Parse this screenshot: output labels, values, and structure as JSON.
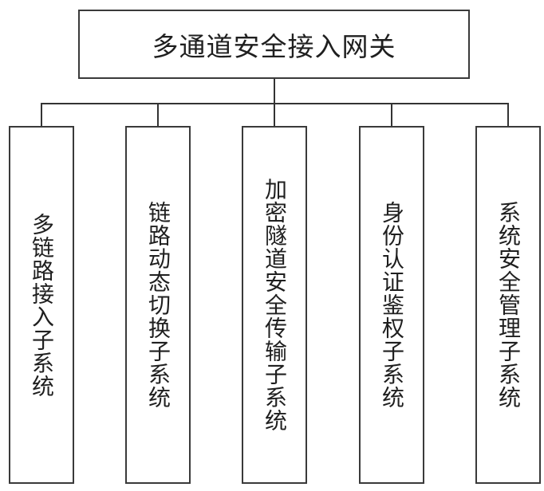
{
  "diagram": {
    "type": "hierarchy-org-chart",
    "root": {
      "label": "多通道安全接入网关"
    },
    "subsystems": [
      {
        "label": "多链路接入子系统"
      },
      {
        "label": "链路动态切换子系统"
      },
      {
        "label": "加密隧道安全传输子系统"
      },
      {
        "label": "身份认证鉴权子系统"
      },
      {
        "label": "系统安全管理子系统"
      }
    ],
    "colors": {
      "border": "#3a3a3a",
      "line": "#333333",
      "text": "#1f1f1f",
      "background": "#ffffff"
    }
  }
}
